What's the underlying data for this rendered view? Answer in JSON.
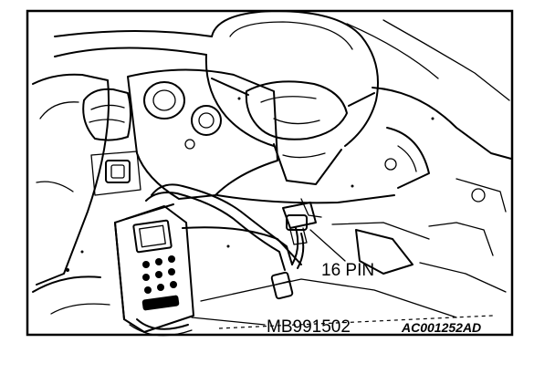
{
  "labels": {
    "connector": "16 PIN",
    "tool": "MB991502",
    "figure_code": "AC001252AD"
  }
}
